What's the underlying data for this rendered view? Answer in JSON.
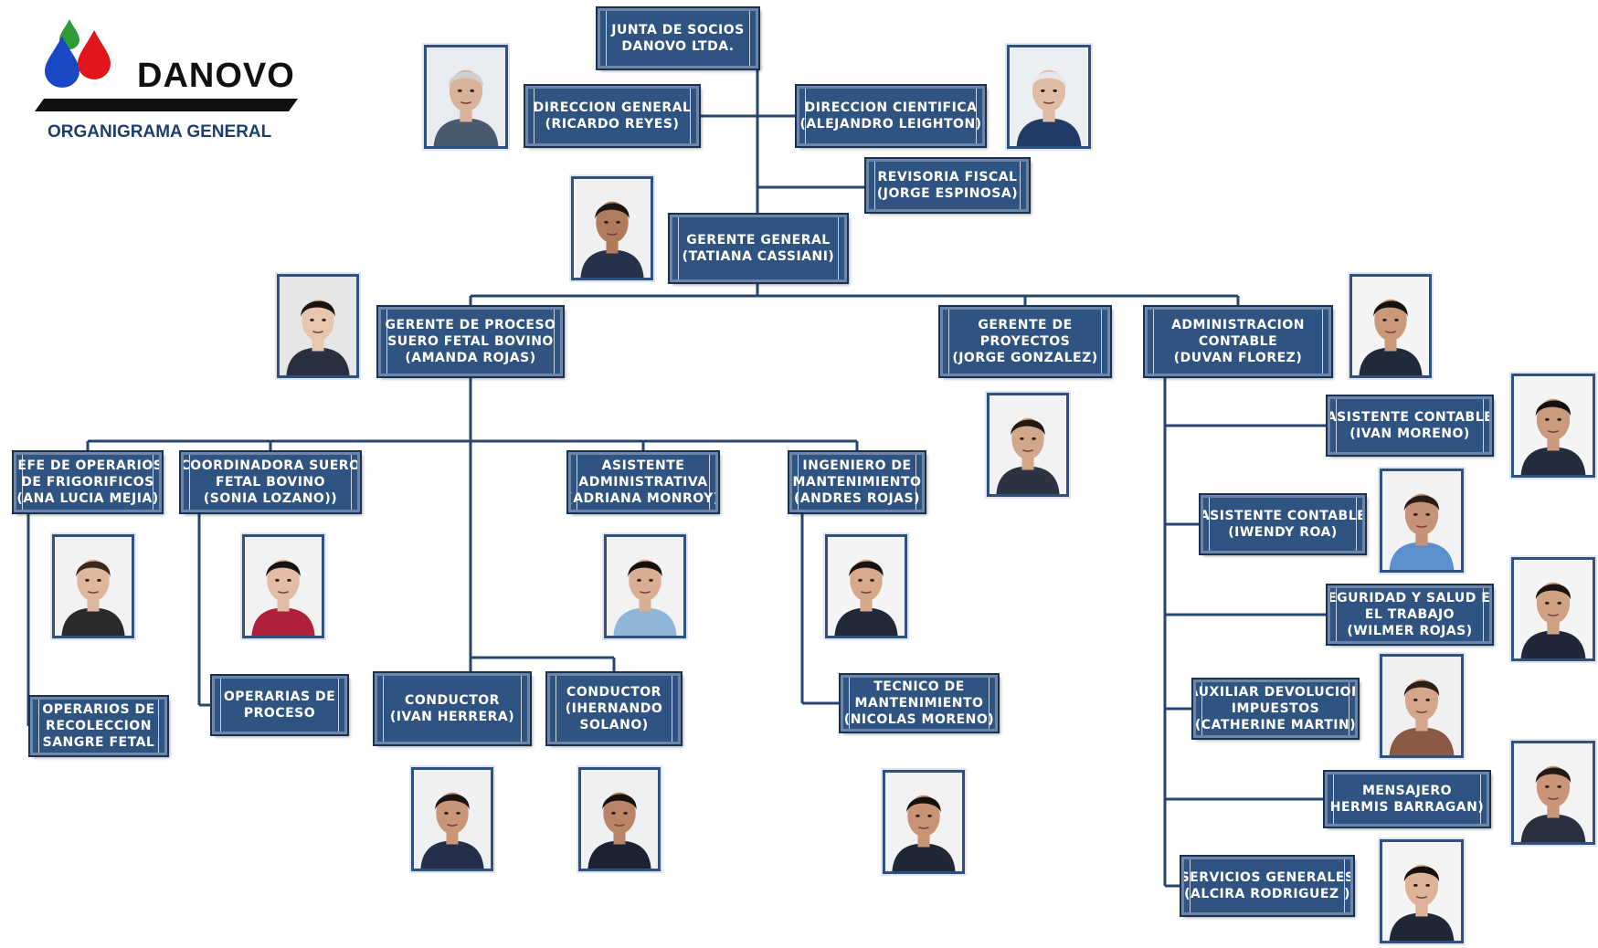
{
  "logo": {
    "company": "DANOVO",
    "subtitle": "ORGANIGRAMA GENERAL",
    "drop_colors": [
      "#2f9a3a",
      "#1a47c4",
      "#e0161c"
    ]
  },
  "colors": {
    "box": "#2f5482",
    "line": "#26466f",
    "text": "#ffffff"
  },
  "nodes": {
    "junta": {
      "lines": [
        "JUNTA DE SOCIOS",
        "DANOVO LTDA."
      ]
    },
    "direccion_general": {
      "lines": [
        "DIRECCION GENERAL",
        "(RICARDO REYES)"
      ]
    },
    "direccion_cientifica": {
      "lines": [
        "DIRECCION CIENTIFICA",
        "(ALEJANDRO LEIGHTON)"
      ]
    },
    "revisoria": {
      "lines": [
        "REVISORIA FISCAL",
        "(JORGE ESPINOSA)"
      ]
    },
    "gerente_general": {
      "lines": [
        "GERENTE GENERAL",
        "(TATIANA CASSIANI)"
      ]
    },
    "gerente_proceso": {
      "lines": [
        "GERENTE DE PROCESO",
        "SUERO FETAL BOVINO",
        "(AMANDA ROJAS)"
      ]
    },
    "gerente_proyectos": {
      "lines": [
        "GERENTE DE",
        "PROYECTOS",
        "(JORGE GONZALEZ)"
      ]
    },
    "admin_contable": {
      "lines": [
        "ADMINISTRACION",
        "CONTABLE",
        "(DUVAN FLOREZ)"
      ]
    },
    "jefe_operarios": {
      "lines": [
        "JEFE DE OPERARIOS",
        "DE FRIGORIFICOS",
        "(ANA LUCIA MEJIA)"
      ]
    },
    "coordinadora": {
      "lines": [
        "COORDINADORA SUERO",
        "FETAL BOVINO",
        "(SONIA LOZANO))"
      ]
    },
    "asistente_admin": {
      "lines": [
        "ASISTENTE",
        "ADMINISTRATIVA",
        "(ADRIANA MONROY)"
      ]
    },
    "ingeniero": {
      "lines": [
        "INGENIERO DE",
        "MANTENIMIENTO",
        "(ANDRES ROJAS)"
      ]
    },
    "operarios_recoleccion": {
      "lines": [
        "OPERARIOS DE",
        "RECOLECCION",
        "SANGRE FETAL"
      ]
    },
    "operarias_proceso": {
      "lines": [
        "OPERARIAS DE",
        "PROCESO"
      ]
    },
    "conductor1": {
      "lines": [
        "CONDUCTOR",
        "(IVAN HERRERA)"
      ]
    },
    "conductor2": {
      "lines": [
        "CONDUCTOR",
        "(IHERNANDO",
        "SOLANO)"
      ]
    },
    "tecnico": {
      "lines": [
        "TECNICO DE",
        "MANTENIMIENTO",
        "(NICOLAS MORENO)"
      ]
    },
    "asist_contable1": {
      "lines": [
        "ASISTENTE CONTABLE",
        "(IVAN MORENO)"
      ]
    },
    "asist_contable2": {
      "lines": [
        "ASISTENTE CONTABLE",
        "(IWENDY ROA)"
      ]
    },
    "seguridad": {
      "lines": [
        "SEGURIDAD Y SALUD EN",
        "EL TRABAJO",
        "(WILMER ROJAS)"
      ]
    },
    "auxiliar": {
      "lines": [
        "AUXILIAR DEVOLUCION",
        "IMPUESTOS",
        "(CATHERINE MARTIN)"
      ]
    },
    "mensajero": {
      "lines": [
        "MENSAJERO",
        "HERMIS BARRAGAN)"
      ]
    },
    "servicios": {
      "lines": [
        "SERVICIOS GENERALES",
        "(ALCIRA RODRIGUEZ )"
      ]
    }
  },
  "photos": {
    "ricardo": {
      "skin": "#d8b39a",
      "hair": "#cfcfcf",
      "shirt": "#4a5a6e",
      "bg": "#e8ecef"
    },
    "alejandro": {
      "skin": "#e0bca4",
      "hair": "#e6e6e6",
      "shirt": "#223a66",
      "bg": "#eceff2"
    },
    "tatiana": {
      "skin": "#b07a5c",
      "hair": "#1b1412",
      "shirt": "#26324a",
      "bg": "#f0f0f0"
    },
    "amanda": {
      "skin": "#e8c6ae",
      "hair": "#1a1411",
      "shirt": "#2a3040",
      "bg": "#e6e6e6"
    },
    "jorge_g": {
      "skin": "#d2a88a",
      "hair": "#231a16",
      "shirt": "#2c3442",
      "bg": "#f2f2f2"
    },
    "duvan": {
      "skin": "#c9997a",
      "hair": "#18120f",
      "shirt": "#1f2a3a",
      "bg": "#f4f4f4"
    },
    "ivan_m": {
      "skin": "#c99a7b",
      "hair": "#17110e",
      "shirt": "#222c3c",
      "bg": "#f4f4f4"
    },
    "wendy": {
      "skin": "#c69277",
      "hair": "#2a1d16",
      "shirt": "#5c8fd0",
      "bg": "#f2f2f2"
    },
    "wilmer": {
      "skin": "#d0a284",
      "hair": "#1b1410",
      "shirt": "#1f2738",
      "bg": "#f4f4f4"
    },
    "catherine": {
      "skin": "#d4a78c",
      "hair": "#2a1e17",
      "shirt": "#8a5a44",
      "bg": "#f0f0f0"
    },
    "hermis": {
      "skin": "#c99677",
      "hair": "#231a15",
      "shirt": "#2a3040",
      "bg": "#f3f3f3"
    },
    "alcira": {
      "skin": "#ddb49a",
      "hair": "#15100d",
      "shirt": "#202838",
      "bg": "#f4f4f4"
    },
    "ana": {
      "skin": "#dfb79d",
      "hair": "#3b271c",
      "shirt": "#2a2a2a",
      "bg": "#f2f2f2"
    },
    "sonia": {
      "skin": "#e2bca4",
      "hair": "#181210",
      "shirt": "#b0203a",
      "bg": "#f2f2f2"
    },
    "adriana": {
      "skin": "#d9ae92",
      "hair": "#15100d",
      "shirt": "#8fb6d8",
      "bg": "#f2f2f2"
    },
    "andres": {
      "skin": "#d6a98b",
      "hair": "#1a130f",
      "shirt": "#222a38",
      "bg": "#f4f4f4"
    },
    "ivan_h": {
      "skin": "#c99778",
      "hair": "#1a130f",
      "shirt": "#24304a",
      "bg": "#eef0f2"
    },
    "hernando": {
      "skin": "#b98566",
      "hair": "#16110d",
      "shirt": "#1c2232",
      "bg": "#eef0f2"
    },
    "nicolas": {
      "skin": "#c79575",
      "hair": "#15100c",
      "shirt": "#202838",
      "bg": "#f2f2f2"
    }
  }
}
